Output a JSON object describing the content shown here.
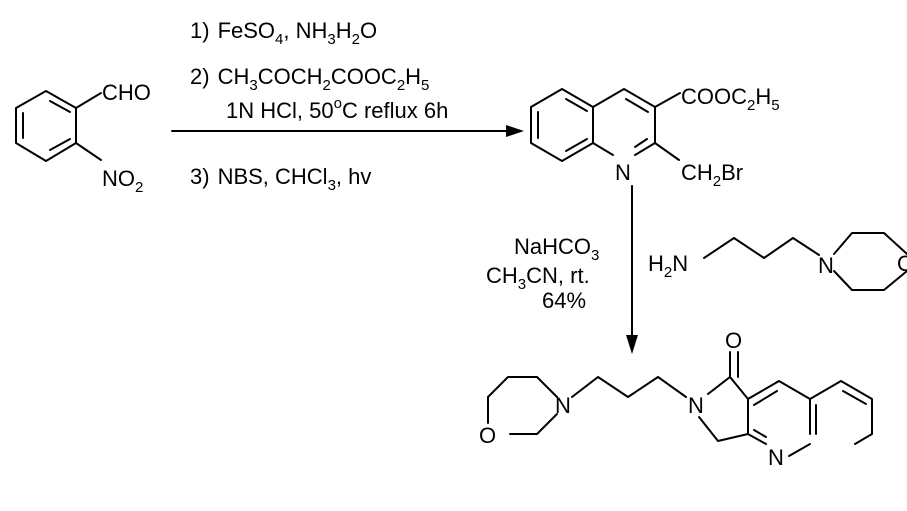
{
  "reagents_top": {
    "step1": {
      "num": "1)",
      "a": "FeSO",
      "a_sub": "4",
      "b": ", NH",
      "b_sub": "3",
      "c": "H",
      "c_sub": "2",
      "d": "O"
    },
    "step2": {
      "num": "2)",
      "a": "CH",
      "a_sub": "3",
      "b": "COCH",
      "b_sub": "2",
      "c": "COOC",
      "c_sub": "2",
      "d": "H",
      "d_sub": "5"
    },
    "step2b": {
      "a": "1N HCl, 50",
      "a_sup": "o",
      "b": "C reflux 6h"
    },
    "step3": {
      "num": "3)",
      "a": "NBS, CHCl",
      "a_sub": "3",
      "b": ", hv"
    }
  },
  "reagents_side": {
    "line1": {
      "a": "NaHCO",
      "a_sub": "3"
    },
    "line2": {
      "a": "CH",
      "a_sub": "3",
      "b": "CN, rt."
    },
    "line3": "64%"
  },
  "start_material": {
    "cho": "CHO",
    "no2": {
      "a": "NO",
      "a_sub": "2"
    }
  },
  "intermediate": {
    "ester": {
      "a": "COOC",
      "a_sub": "2",
      "b": "H",
      "b_sub": "5"
    },
    "ch2br": {
      "a": "CH",
      "a_sub": "2",
      "b": "Br"
    },
    "n": "N"
  },
  "amine": {
    "h2n": {
      "a": "H",
      "a_sub": "2",
      "b": "N"
    },
    "n": "N",
    "o": "O"
  },
  "product": {
    "carbonyl_o": "O",
    "lactam_n": "N",
    "quinoline_n": "N",
    "morph_n": "N",
    "morph_o": "O"
  }
}
